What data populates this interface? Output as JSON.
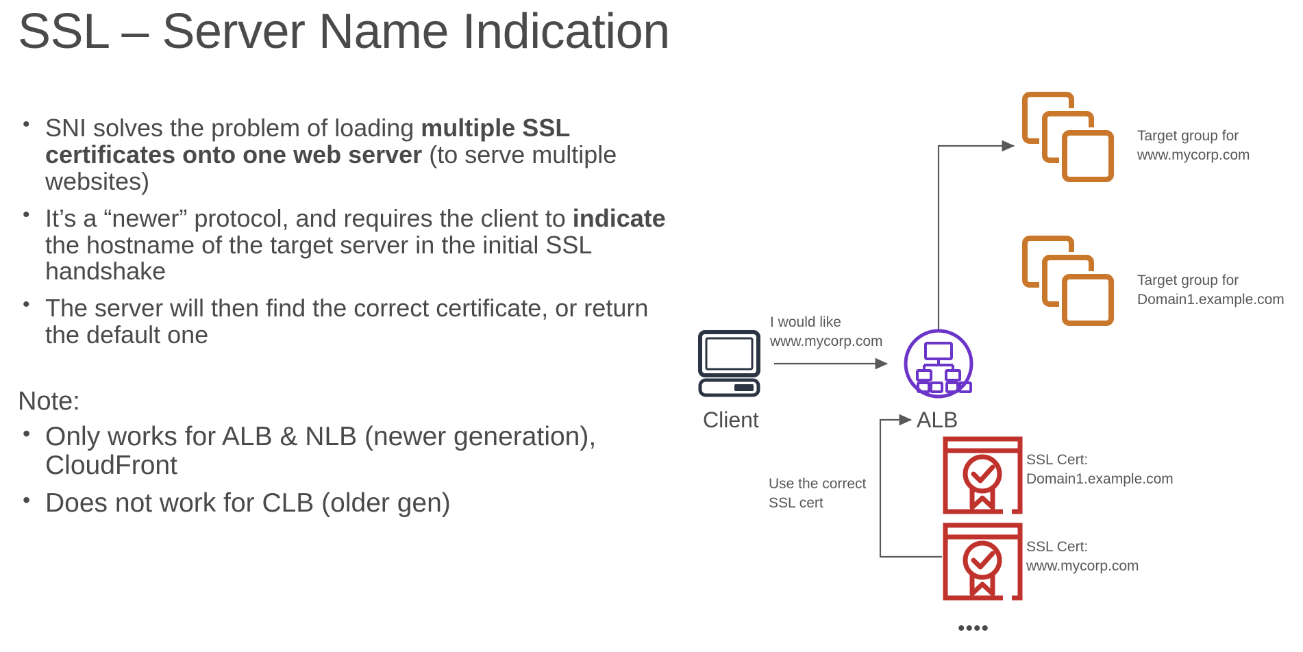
{
  "slide": {
    "title": "SSL – Server Name Indication",
    "title_color": "#4a4a4a",
    "background": "#ffffff"
  },
  "body": {
    "bullets": [
      {
        "parts": [
          {
            "text": "SNI solves the problem of loading ",
            "bold": false
          },
          {
            "text": "multiple SSL certificates onto one web server",
            "bold": true
          },
          {
            "text": " (to serve multiple websites)",
            "bold": false
          }
        ]
      },
      {
        "parts": [
          {
            "text": "It’s a “newer” protocol, and requires the client to ",
            "bold": false
          },
          {
            "text": "indicate",
            "bold": true
          },
          {
            "text": " the hostname of the target server in the initial SSL handshake",
            "bold": false
          }
        ]
      },
      {
        "parts": [
          {
            "text": "The server will then find the correct certificate, or return the default one",
            "bold": false
          }
        ]
      }
    ],
    "note_heading": "Note:",
    "note_bullets": [
      "Only works for ALB & NLB (newer generation), CloudFront",
      "Does not work for CLB (older gen)"
    ]
  },
  "diagram": {
    "client_label": "Client",
    "alb_label": "ALB",
    "request_label": "I would like\nwww.mycorp.com",
    "use_cert_label": "Use the correct\nSSL cert",
    "target_groups": [
      {
        "label": "Target group for\nwww.mycorp.com"
      },
      {
        "label": "Target group for\nDomain1.example.com"
      }
    ],
    "ssl_certs": [
      {
        "label": "SSL Cert:\nDomain1.example.com"
      },
      {
        "label": "SSL Cert:\nwww.mycorp.com"
      }
    ],
    "ellipsis": "••••",
    "colors": {
      "target_group": "#C9772B",
      "alb": "#6B35C9",
      "ssl_cert": "#C0322C",
      "client": "#2C3444",
      "connector": "#595959",
      "text": "#585858"
    },
    "icons": {
      "client": "desktop-computer-icon",
      "alb": "load-balancer-icon",
      "target_group": "stacked-boxes-icon",
      "ssl_cert": "certificate-badge-icon"
    }
  }
}
